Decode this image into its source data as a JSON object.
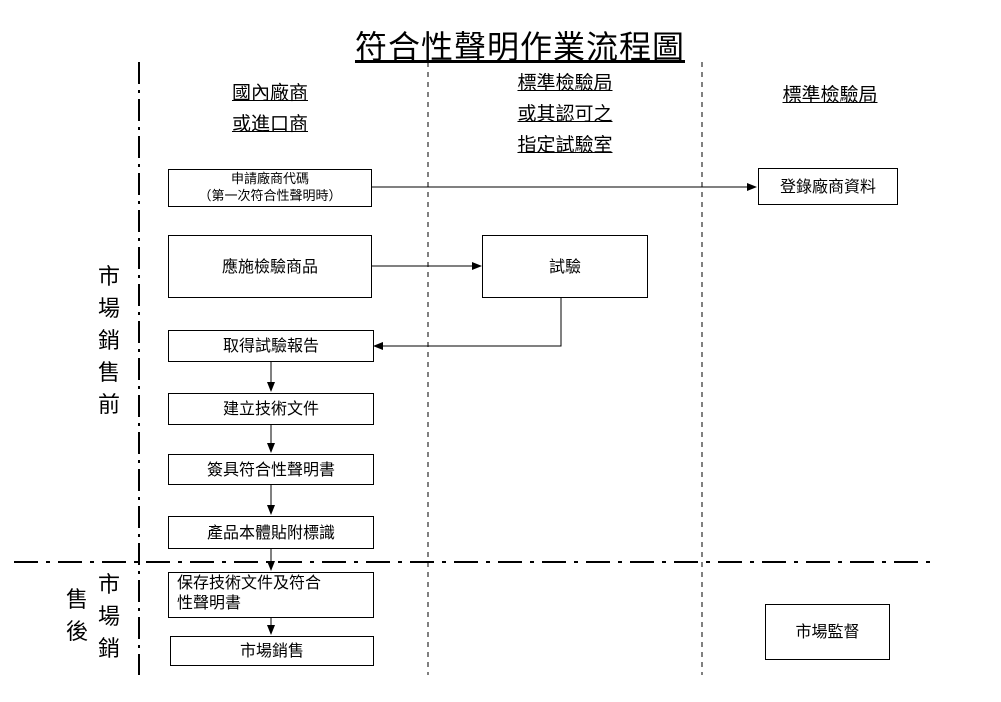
{
  "title": "符合性聲明作業流程圖",
  "columns": {
    "domestic": {
      "line1": "國內廠商",
      "line2": "或進口商"
    },
    "lab": {
      "line1": "標準檢驗局",
      "line2": "或其認可之",
      "line3": "指定試驗室"
    },
    "bsmi": {
      "line1": "標準檢驗局"
    }
  },
  "phases": {
    "pre_market": [
      "市",
      "場",
      "銷",
      "售",
      "前"
    ],
    "post_market_col1": [
      "售",
      "後"
    ],
    "post_market_col2": [
      "市",
      "場",
      "銷"
    ]
  },
  "steps": {
    "apply_code_line1": "申請廠商代碼",
    "apply_code_line2": "（第一次符合性聲明時）",
    "register_data": "登錄廠商資料",
    "products_to_test": "應施檢驗商品",
    "test": "試驗",
    "obtain_report": "取得試驗報告",
    "build_docs": "建立技術文件",
    "sign_declaration": "簽具符合性聲明書",
    "label_product": "產品本體貼附標識",
    "keep_docs_line1": "保存技術文件及符合",
    "keep_docs_line2": "性聲明書",
    "market_sale": "市場銷售",
    "market_surveillance": "市場監督"
  }
}
